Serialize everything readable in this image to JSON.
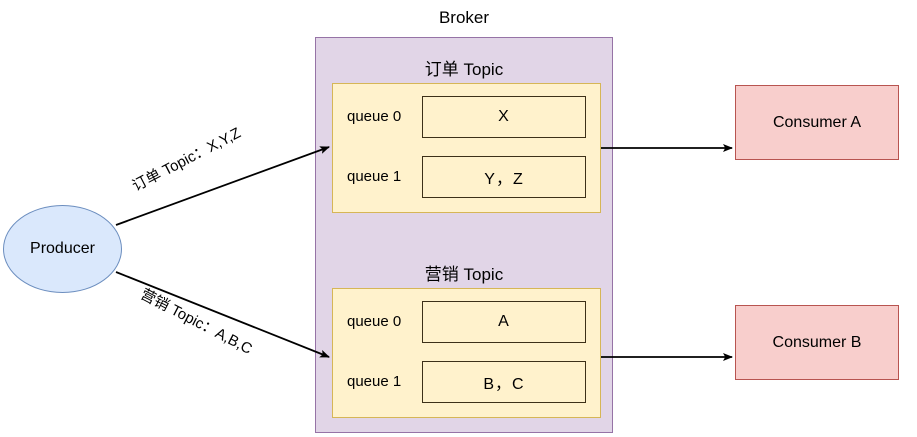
{
  "diagram": {
    "title": "Broker",
    "producer": {
      "label": "Producer"
    },
    "edges": [
      {
        "id": "producer-to-order-topic",
        "label": "订单 Topic：X,Y,Z"
      },
      {
        "id": "producer-to-marketing-topic",
        "label": "营销 Topic：A,B,C"
      }
    ],
    "topics": [
      {
        "id": "order-topic",
        "title": "订单 Topic",
        "queues": [
          {
            "label": "queue 0",
            "messages": "X"
          },
          {
            "label": "queue 1",
            "messages": "Y，Z"
          }
        ]
      },
      {
        "id": "marketing-topic",
        "title": "营销 Topic",
        "queues": [
          {
            "label": "queue 0",
            "messages": "A"
          },
          {
            "label": "queue 1",
            "messages": "B，C"
          }
        ]
      }
    ],
    "consumers": [
      {
        "id": "consumer-a",
        "label": "Consumer A"
      },
      {
        "id": "consumer-b",
        "label": "Consumer B"
      }
    ],
    "colors": {
      "broker_fill": "#e1d5e7",
      "broker_stroke": "#9673a6",
      "topic_fill": "#fff2cc",
      "topic_stroke": "#d6b656",
      "producer_fill": "#dae8fc",
      "producer_stroke": "#6c8ebf",
      "consumer_fill": "#f8cecc",
      "consumer_stroke": "#b85450",
      "edge_stroke": "#000000",
      "background": "#ffffff"
    }
  }
}
